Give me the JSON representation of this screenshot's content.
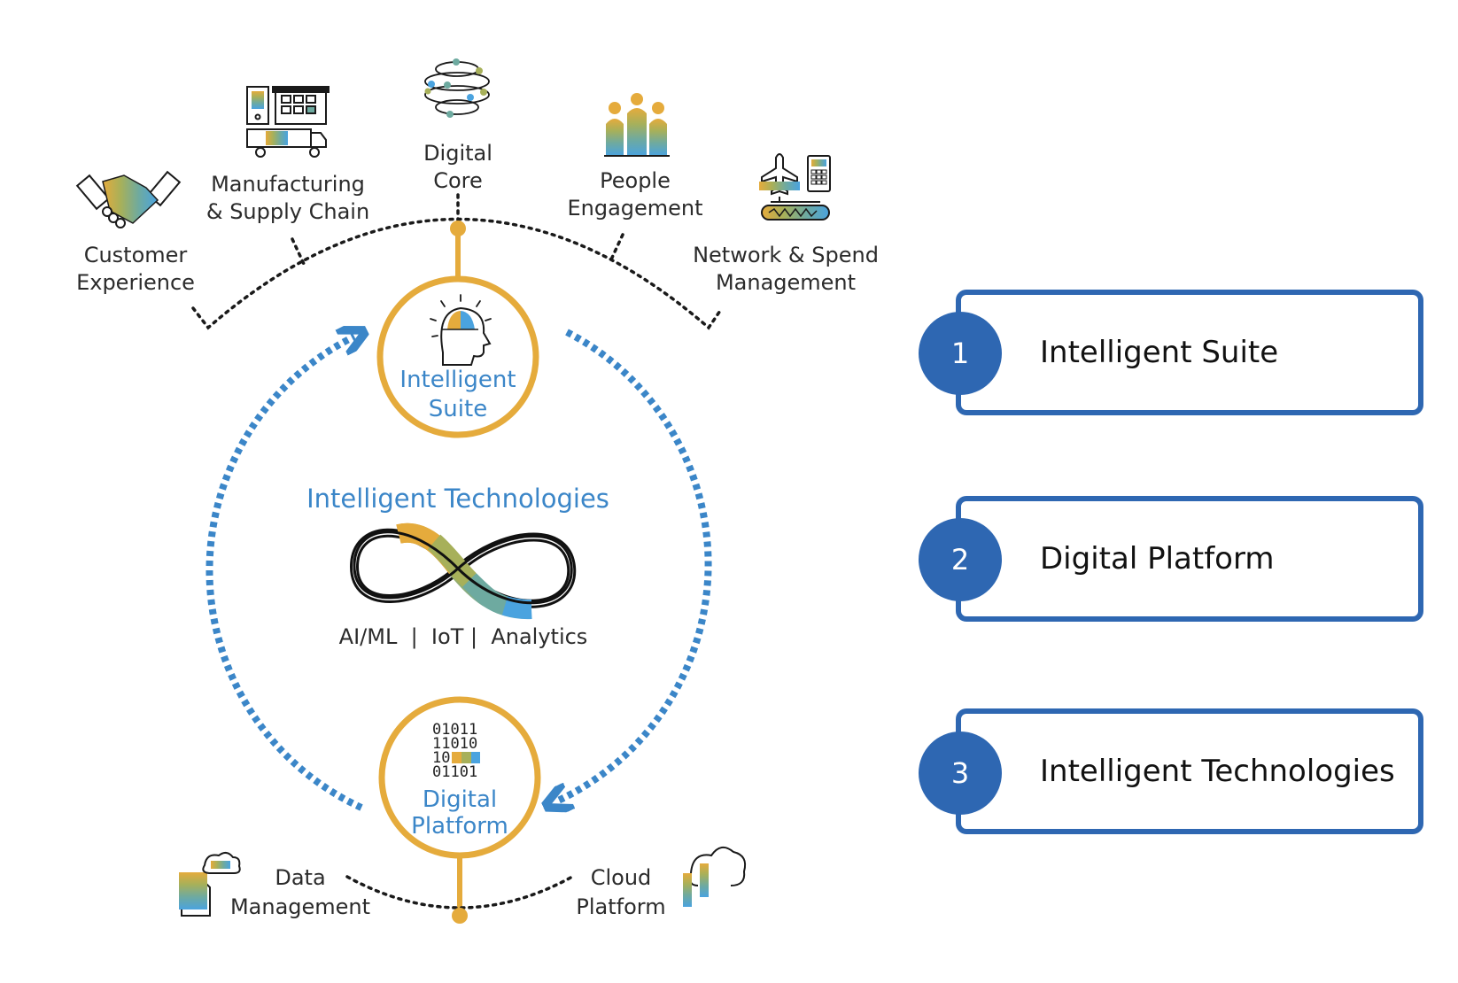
{
  "colors": {
    "gold": "#e5ab3c",
    "olive": "#a7b05a",
    "teal": "#6eaaa0",
    "blue": "#4aa3df",
    "accent_blue": "#3b86c8",
    "card_blue": "#2e67b2",
    "dark": "#1a1a1a"
  },
  "diagram": {
    "top_items": {
      "customer_experience": [
        "Customer",
        "Experience"
      ],
      "manufacturing": [
        "Manufacturing",
        "& Supply Chain"
      ],
      "digital_core": [
        "Digital",
        "Core"
      ],
      "people_engagement": [
        "People",
        "Engagement"
      ],
      "network_spend": [
        "Network & Spend",
        "Management"
      ]
    },
    "intelligent_suite": [
      "Intelligent",
      "Suite"
    ],
    "intelligent_technologies": {
      "title": "Intelligent Technologies",
      "subtitle": "AI/ML  |  IoT |  Analytics"
    },
    "digital_platform": {
      "binary": [
        "01011",
        "11010",
        "10",
        "01101"
      ],
      "label": [
        "Digital",
        "Platform"
      ]
    },
    "bottom_items": {
      "data_management": [
        "Data",
        "Management"
      ],
      "cloud_platform": [
        "Cloud",
        "Platform"
      ]
    },
    "icons": {
      "customer_experience": "handshake-icon",
      "manufacturing": "factory-truck-icon",
      "digital_core": "orbit-globe-icon",
      "people_engagement": "people-group-icon",
      "network_spend": "airplane-calculator-icon",
      "intelligent_suite": "head-idea-icon",
      "intelligent_technologies": "infinity-icon",
      "data_management": "documents-cloud-icon",
      "cloud_platform": "cloud-bars-icon"
    }
  },
  "legend": [
    {
      "number": "1",
      "label": "Intelligent Suite"
    },
    {
      "number": "2",
      "label": "Digital Platform"
    },
    {
      "number": "3",
      "label": "Intelligent Technologies"
    }
  ]
}
